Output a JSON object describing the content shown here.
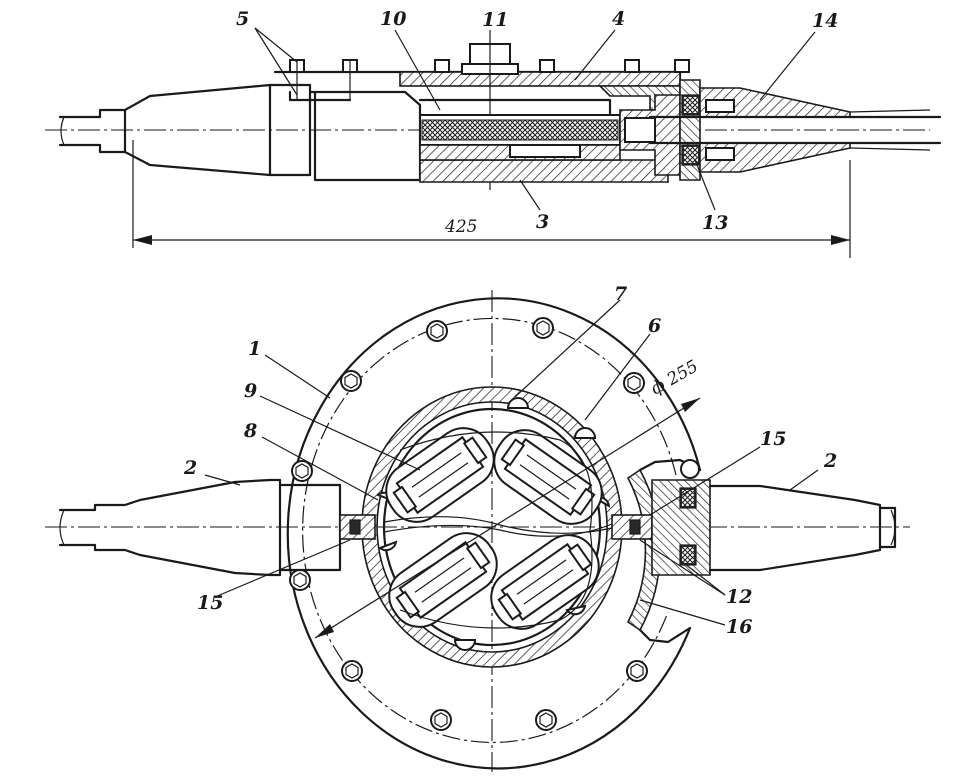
{
  "side_view": {
    "labels": {
      "l5": "5",
      "l10": "10",
      "l11": "11",
      "l4": "4",
      "l14": "14",
      "l3": "3",
      "l13": "13"
    },
    "overall_length": "425"
  },
  "top_view": {
    "labels": {
      "l1": "1",
      "l7": "7",
      "l6": "6",
      "l9": "9",
      "l8": "8",
      "l2_left": "2",
      "l2_right": "2",
      "l15_left": "15",
      "l15_right": "15",
      "l12": "12",
      "l16": "16"
    },
    "diameter": "ф 255"
  }
}
